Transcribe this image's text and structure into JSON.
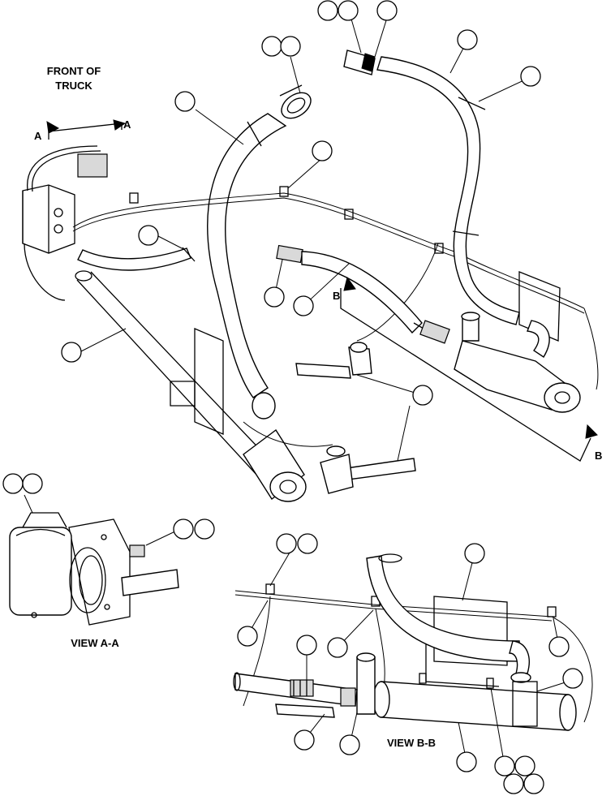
{
  "labels": {
    "front_of_truck_line1": "FRONT OF",
    "front_of_truck_line2": "TRUCK",
    "section_a_left": "A",
    "section_a_right": "A",
    "section_b_top": "B",
    "section_b_bottom": "B",
    "view_a_a": "VIEW A-A",
    "view_b_b": "VIEW B-B"
  },
  "colors": {
    "ink": "#000000",
    "paper": "#ffffff",
    "shade": "#d9d9d9"
  }
}
